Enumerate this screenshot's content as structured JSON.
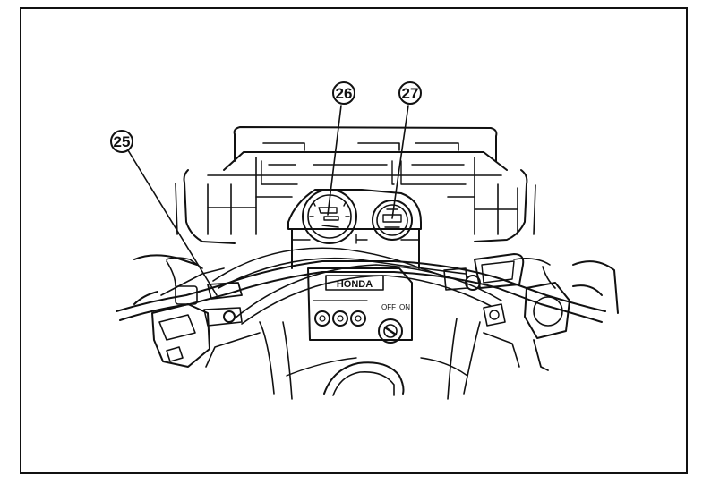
{
  "page": {
    "background": "#ffffff",
    "line_color": "#111111"
  },
  "callouts": [
    {
      "number": "25",
      "target": "clutch lever / left handlebar switch"
    },
    {
      "number": "26",
      "target": "speedometer"
    },
    {
      "number": "27",
      "target": "indicator gauge"
    }
  ],
  "panel": {
    "brand_label": "HONDA",
    "ignition_labels": [
      "OFF",
      "ON"
    ]
  }
}
